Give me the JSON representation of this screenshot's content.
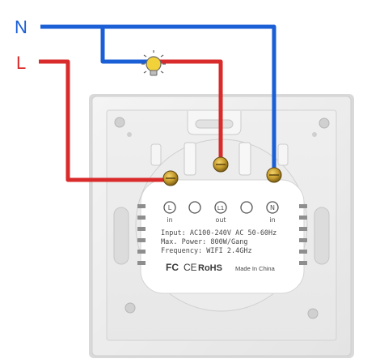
{
  "wires": {
    "neutral_label": "N",
    "live_label": "L",
    "neutral_color": "#1b5fd6",
    "live_color": "#d92b2b"
  },
  "lamp": {
    "icon": "light-bulb-icon",
    "color": "#f2d23a"
  },
  "terminals": [
    {
      "code": "L",
      "caption": "in"
    },
    {
      "code": "L1",
      "caption": "out"
    },
    {
      "code": "N",
      "caption": "in"
    }
  ],
  "specs": {
    "input": "Input: AC100-240V AC 50-60Hz",
    "power": "Max. Power: 800W/Gang",
    "frequency": "Frequency: WIFI 2.4GHz"
  },
  "certifications": {
    "fc": "FC",
    "ce": "CE",
    "rohs": "RoHS"
  },
  "made_in": "Made In China"
}
